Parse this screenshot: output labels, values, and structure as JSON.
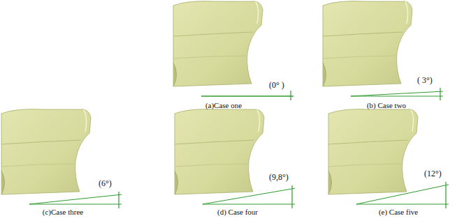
{
  "diagram": {
    "labels": [
      "(0° )",
      "(a)Case one",
      "( 3°)",
      "(b) Case two",
      "(6°)",
      "(c)Case three",
      "(9,8°)",
      "(d) Case four",
      "(12°)",
      "(e) Case five"
    ]
  }
}
